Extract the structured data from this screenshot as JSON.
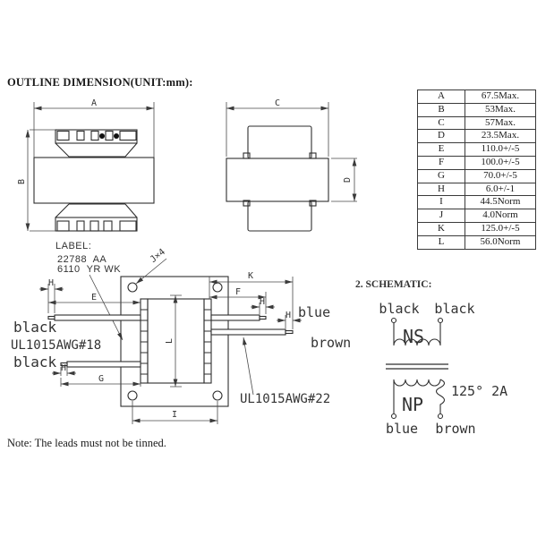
{
  "meta": {
    "ink_color": "#2e2e2e",
    "paper_color": "#ffffff"
  },
  "title": "OUTLINE DIMENSION(UNIT:mm):",
  "note": "Note: The leads must not be tinned.",
  "front_view": {
    "dim_width": "A",
    "dim_height": "B",
    "caption": "LABEL:"
  },
  "side_view": {
    "dim_width": "C",
    "dim_height": "D"
  },
  "dimension_table": {
    "rows": [
      {
        "key": "A",
        "value": "67.5Max."
      },
      {
        "key": "B",
        "value": "53Max."
      },
      {
        "key": "C",
        "value": "57Max."
      },
      {
        "key": "D",
        "value": "23.5Max."
      },
      {
        "key": "E",
        "value": "110.0+/-5"
      },
      {
        "key": "F",
        "value": "100.0+/-5"
      },
      {
        "key": "G",
        "value": "70.0+/-5"
      },
      {
        "key": "H",
        "value": "6.0+/-1"
      },
      {
        "key": "I",
        "value": "44.5Norm"
      },
      {
        "key": "J",
        "value": "4.0Norm"
      },
      {
        "key": "K",
        "value": "125.0+/-5"
      },
      {
        "key": "L",
        "value": "56.0Norm"
      }
    ]
  },
  "stamp": {
    "line1": "22788  AA",
    "line2": "6110  YR WK"
  },
  "bottom_view": {
    "dims": {
      "e": "E",
      "f": "F",
      "g": "G",
      "h": "H",
      "i": "I",
      "k": "K",
      "l": "L"
    },
    "holes_label": "J×4",
    "wires": {
      "left_top": "black",
      "left_gauge": "UL1015AWG#18",
      "left_bottom": "black",
      "right_top": "blue",
      "right_bottom": "brown",
      "right_gauge": "UL1015AWG#22"
    }
  },
  "schematic": {
    "heading": "2. SCHEMATIC:",
    "secondary_winding": "NS",
    "primary_winding": "NP",
    "top_terminals": [
      "black",
      "black"
    ],
    "bottom_terminals": [
      "blue",
      "brown"
    ],
    "thermal_fuse_rating": "125° 2A"
  }
}
